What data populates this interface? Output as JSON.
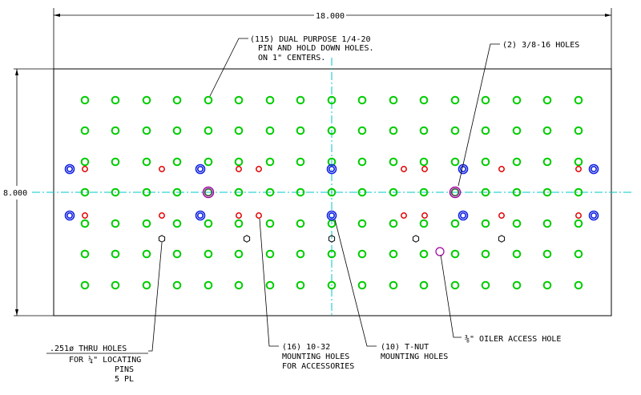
{
  "colors": {
    "outline": "#000000",
    "centerline": "#00c8c8",
    "pin_hole": "#00cc00",
    "mount_hole": "#e00000",
    "tnut_hole": "#1020e0",
    "large_hole": "#a000a0",
    "locating_hole": "#000000"
  },
  "dimensions": {
    "width": "18.000",
    "height": "8.000"
  },
  "labels": {
    "dual_purpose": [
      "(115) DUAL PURPOSE 1/4-20",
      "PIN AND HOLD DOWN HOLES.",
      "ON 1\" CENTERS."
    ],
    "threaded_holes": [
      "(2)  3/8-16 HOLES"
    ],
    "thru_holes": [
      ".251ø THRU HOLES",
      "FOR ¼\" LOCATING",
      "PINS",
      "5 PL"
    ],
    "mounting": [
      "(16) 10-32",
      "MOUNTING HOLES",
      "FOR ACCESSORIES"
    ],
    "tnut": [
      "(10) T-NUT",
      "MOUNTING HOLES"
    ],
    "oiler": [
      "⅜\" OILER ACCESS HOLE"
    ]
  }
}
